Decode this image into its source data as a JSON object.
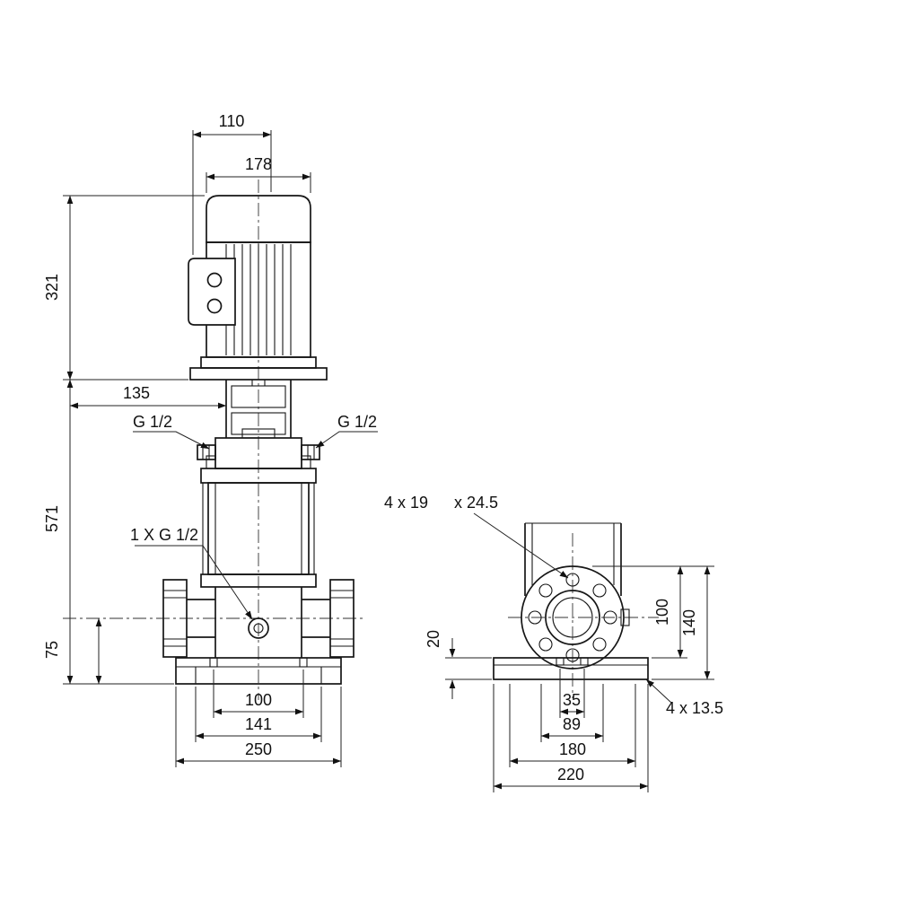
{
  "drawing": {
    "front_view": {
      "dim_110": "110",
      "dim_178": "178",
      "dim_321": "321",
      "dim_135": "135",
      "dim_571": "571",
      "dim_75": "75",
      "port_left": "G 1/2",
      "port_right": "G 1/2",
      "drain": "1 X G 1/2",
      "dim_100": "100",
      "dim_141": "141",
      "dim_250": "250"
    },
    "side_view": {
      "flange_holes": "4 x 19",
      "flange_counterbore": "x 24.5",
      "dim_20": "20",
      "dim_100": "100",
      "dim_140": "140",
      "dim_35": "35",
      "dim_89": "89",
      "dim_180": "180",
      "dim_220": "220",
      "base_holes": "4 x 13.5"
    }
  }
}
